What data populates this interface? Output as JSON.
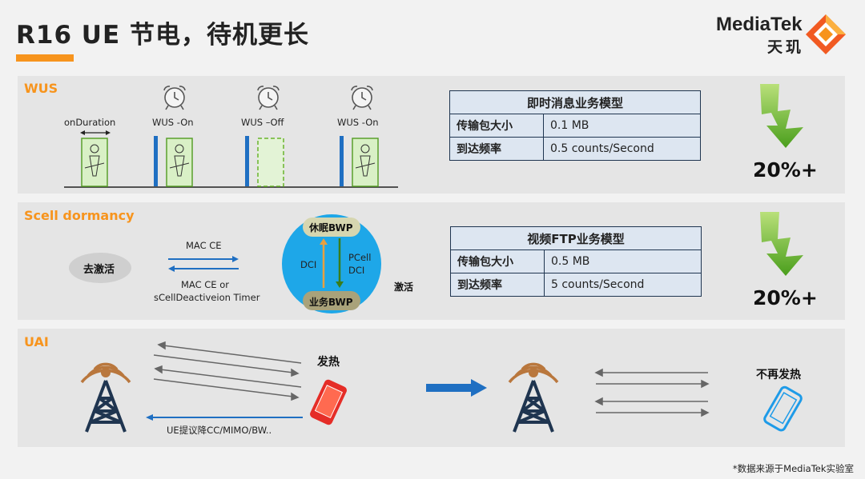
{
  "header": {
    "title": "R16 UE 节电，待机更长",
    "brand_en": "MediaTek",
    "brand_cn": "天玑"
  },
  "wus": {
    "title": "WUS",
    "labels": {
      "on_duration": "onDuration",
      "wus_on_1": "WUS -On",
      "wus_off": "WUS –Off",
      "wus_on_2": "WUS -On"
    },
    "table": {
      "header": "即时消息业务模型",
      "rows": [
        {
          "key": "传输包大小",
          "value": "0.1 MB"
        },
        {
          "key": "到达频率",
          "value": "0.5 counts/Second"
        }
      ]
    },
    "saving": "20%+"
  },
  "scell": {
    "title": "Scell dormancy",
    "deactivate": "去激活",
    "mac_ce_top": "MAC CE",
    "mac_ce_bottom_1": "MAC CE  or",
    "mac_ce_bottom_2": "sCellDeactiveion Timer",
    "dormant_bwp": "休眠BWP",
    "active_bwp": "业务BWP",
    "dci_left": "DCI",
    "pcell_dci_1": "PCell",
    "pcell_dci_2": "DCI",
    "activate": "激活",
    "table": {
      "header": "视频FTP业务模型",
      "rows": [
        {
          "key": "传输包大小",
          "value": "0.5 MB"
        },
        {
          "key": "到达频率",
          "value": "5 counts/Second"
        }
      ]
    },
    "saving": "20%+"
  },
  "uai": {
    "title": "UAI",
    "heat": "发热",
    "no_heat": "不再发热",
    "ue_proposal": "UE提议降CC/MIMO/BW.."
  },
  "footer": {
    "source": "*数据来源于MediaTek实验室"
  },
  "colors": {
    "accent": "#f7941d",
    "blue": "#1f6fc2",
    "green": "#6ab42d",
    "table_bg": "#dde6f1"
  }
}
